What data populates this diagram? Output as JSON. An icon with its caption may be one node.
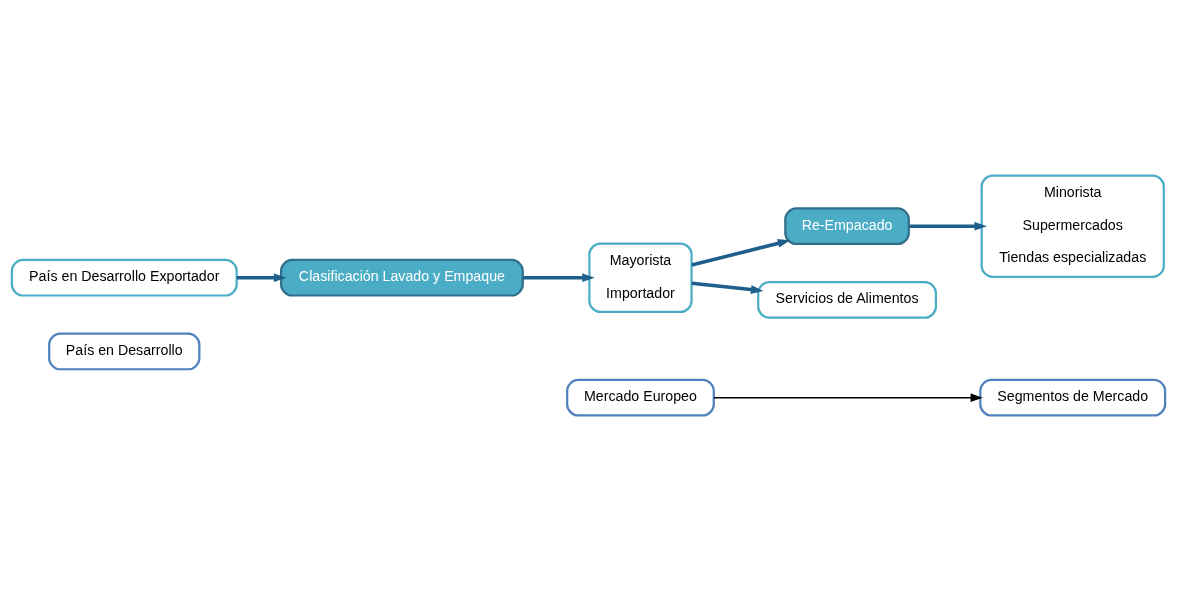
{
  "diagram": {
    "nodes": [
      {
        "text": [
          "País en Desarrollo"
        ]
      },
      {
        "text": [
          "Mercado Europeo"
        ]
      },
      {
        "text": [
          "Segmentos de Mercado"
        ]
      },
      {
        "text": [
          "País en Desarrollo Exportador"
        ]
      },
      {
        "text": [
          "Clasificación Lavado y Empaque"
        ]
      },
      {
        "text": [
          "Mayorista",
          "Importador"
        ]
      },
      {
        "text": [
          "Re-Empacado"
        ]
      },
      {
        "text": [
          "Minorista",
          "Supermercados",
          "Tiendas especializadas"
        ]
      },
      {
        "text": [
          "Servicios de Alimentos"
        ]
      }
    ],
    "edges": [
      {
        "from": 1,
        "to": 2,
        "arrow": "to",
        "color": "#000000"
      },
      {
        "from": 3,
        "to": 4,
        "arrow": "to"
      },
      {
        "from": 4,
        "to": 5,
        "arrow": "to"
      },
      {
        "from": 5,
        "to": 6,
        "arrow": "to"
      },
      {
        "from": 6,
        "to": 7,
        "arrow": "to"
      },
      {
        "from": 5,
        "to": 8,
        "arrow": "to"
      }
    ]
  }
}
